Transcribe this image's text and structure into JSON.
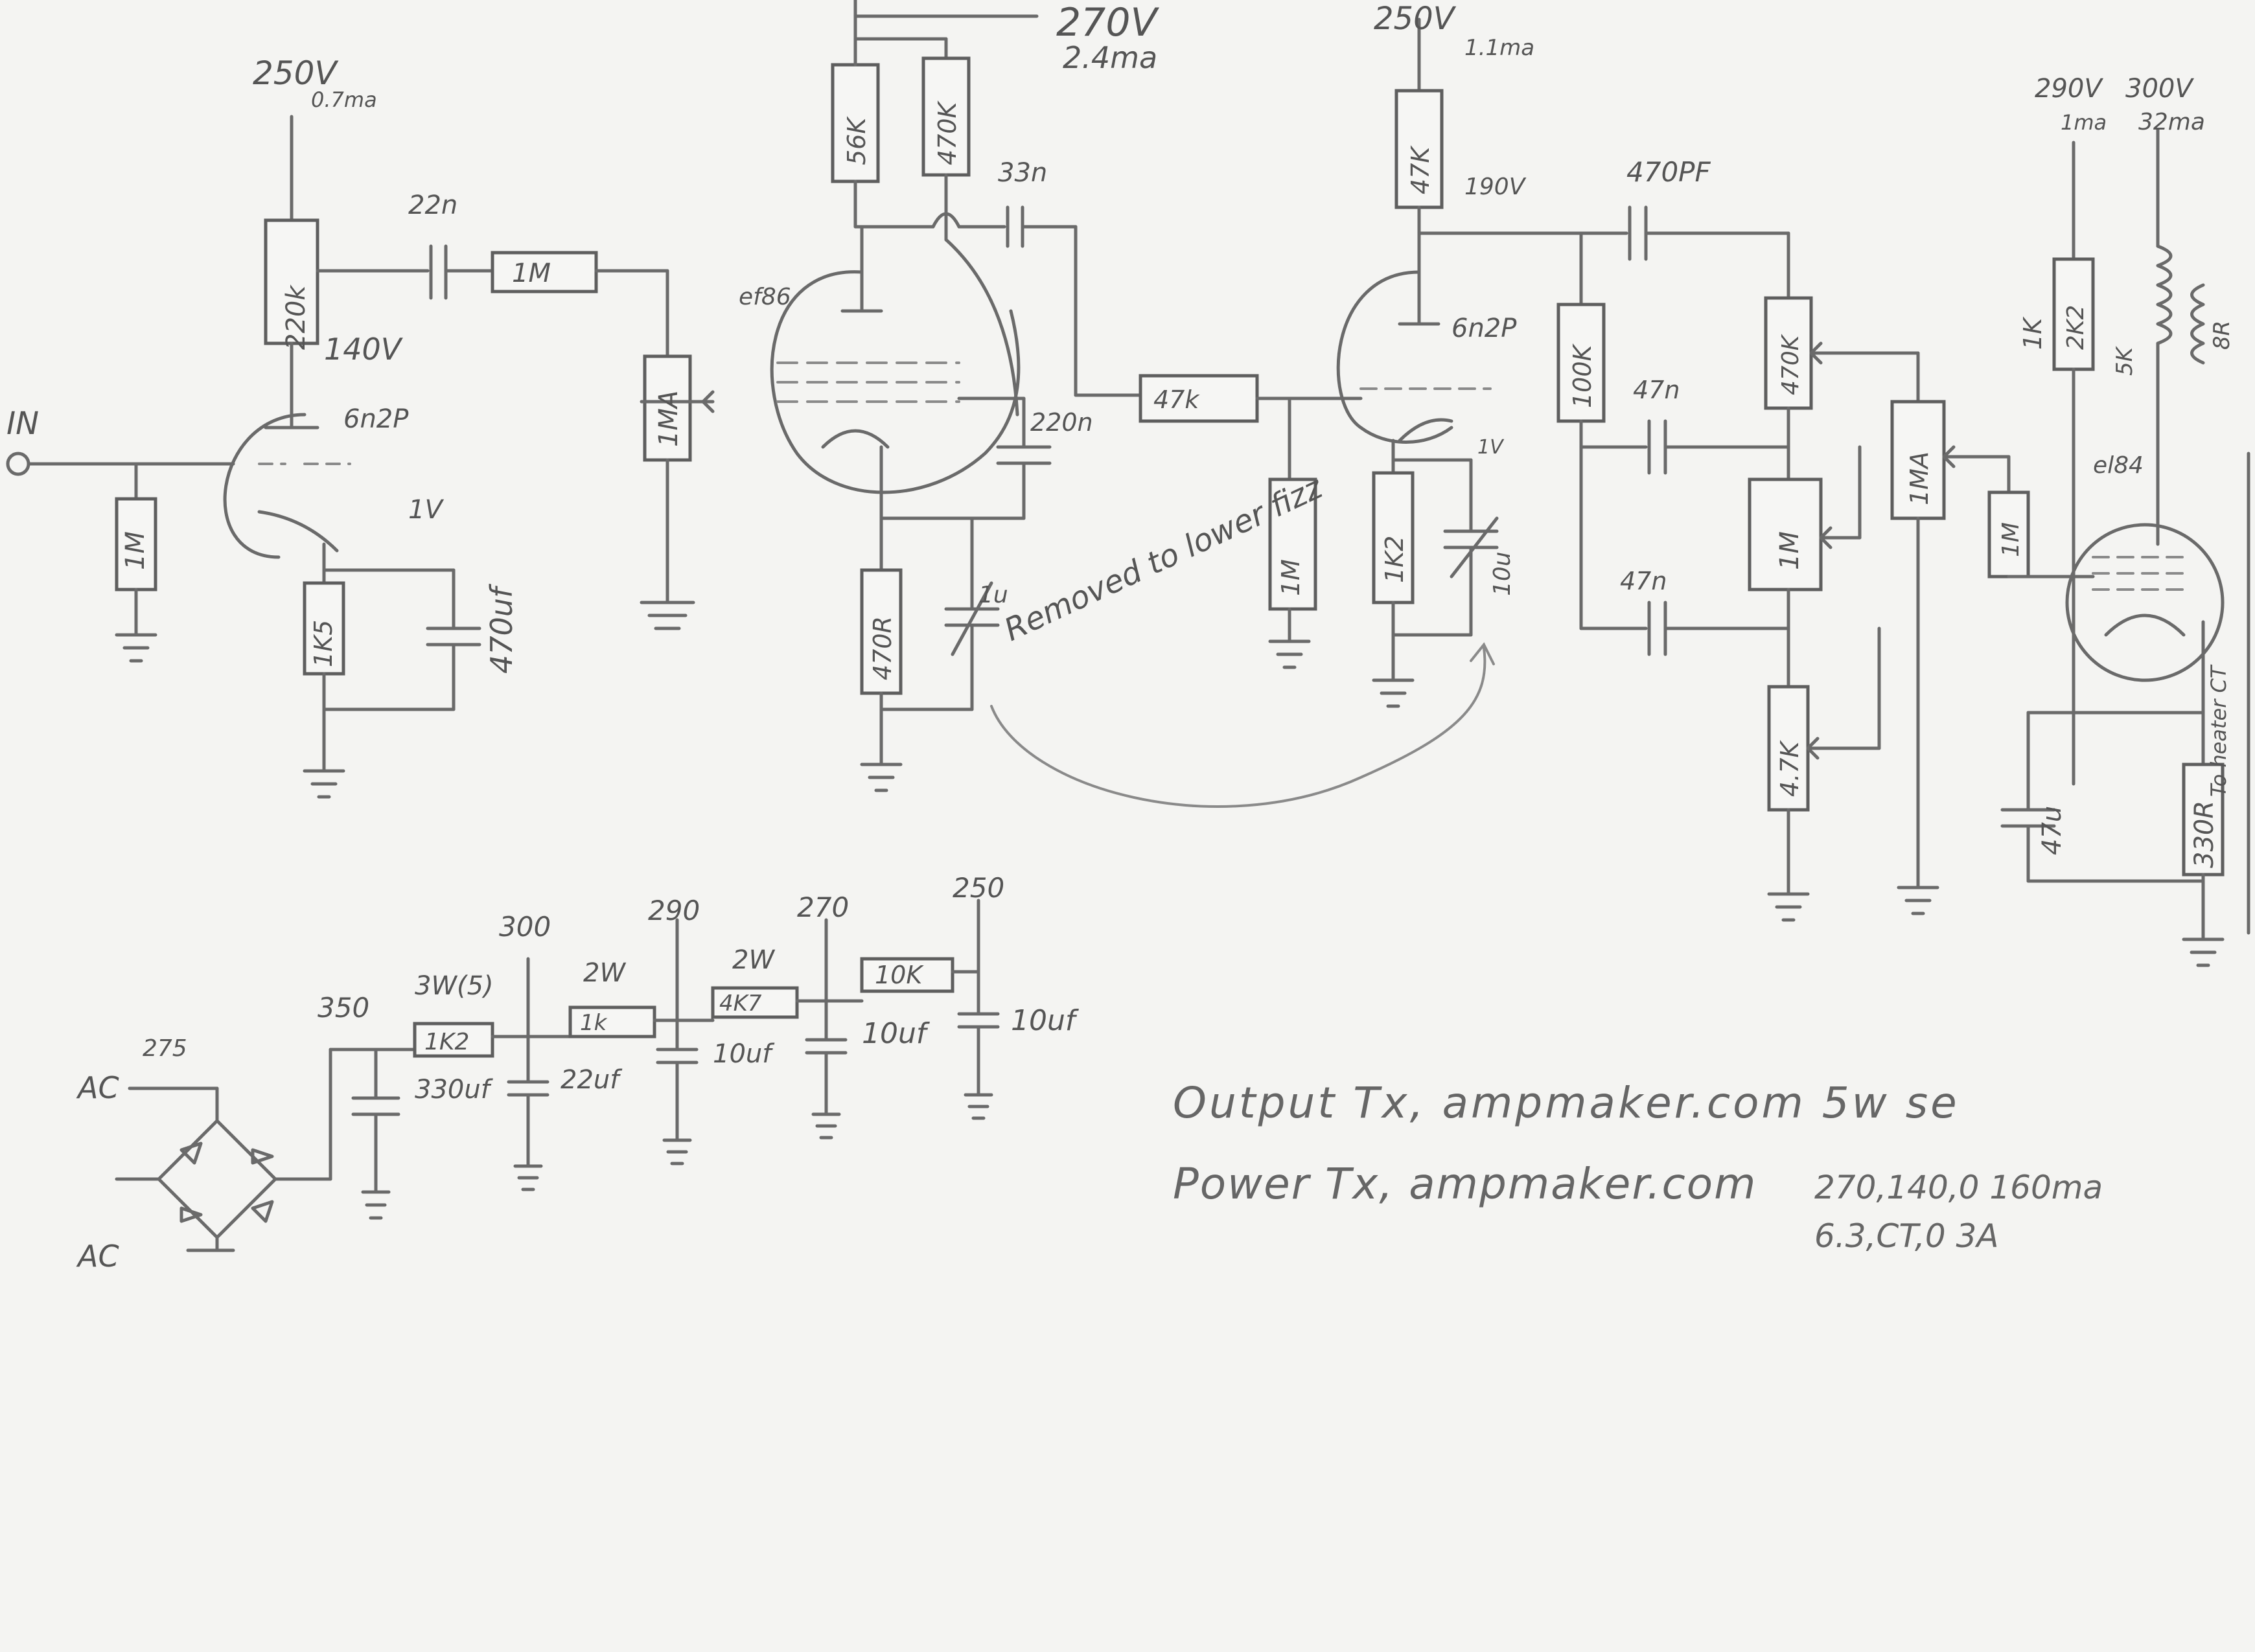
{
  "labels": {
    "in": "IN",
    "v1_b_plus": "250V",
    "v1_current": "0.7ma",
    "v1_plate_v": "140V",
    "v1_cath_v": "1V",
    "v1_tube": "6n2P",
    "r_in": "1M",
    "r_plate1": "220k",
    "c_coup1": "22n",
    "r_series": "1M",
    "pot_vol": "1MA",
    "r_cath1": "1K5",
    "c_cath1": "470uf",
    "ef86_v": "270V",
    "ef86_i": "2.4ma",
    "ef86_tube": "ef86",
    "r_56k": "56K",
    "r_470k": "470K",
    "c_33n": "33n",
    "c_220n": "220n",
    "r_470r": "470R",
    "c_1u": "1u",
    "removed_note": "Removed to lower fizz",
    "r_47k_grid": "47k",
    "v2_b_plus": "250V",
    "v2_current": "1.1ma",
    "v2_plate_v": "190V",
    "v2_tube": "6n2P",
    "r_47k_plate": "47K",
    "c_470pf": "470PF",
    "r_100k": "100K",
    "r_1m_grid2": "1M",
    "r_1k2": "1K2",
    "c_10u": "10u",
    "v2_cath_v": "1V",
    "c_47n_a": "47n",
    "c_47n_b": "47n",
    "pot_470k": "470K",
    "pot_1m": "1M",
    "pot_4k7": "4.7K",
    "pot_1ma": "1MA",
    "r_1m_out": "1M",
    "el84_v1": "290V",
    "el84_i1": "1ma",
    "el84_v2": "300V",
    "el84_i2": "32ma",
    "r_1k": "1K",
    "r_2k2": "2K2",
    "ot_5k": "5K",
    "ot_8r": "8R",
    "el84_tube": "el84",
    "c_47u": "47u",
    "r_330r": "330R",
    "to_heater": "To heater CT",
    "ps_ac1": "AC",
    "ps_ac2": "AC",
    "ps_275": "275",
    "ps_350": "350",
    "ps_300": "300",
    "ps_290": "290",
    "ps_270": "270",
    "ps_250": "250",
    "ps_r1": "1K2",
    "ps_r1_w": "3W(5)",
    "ps_r2": "1k",
    "ps_r2_w": "2W",
    "ps_r3": "4K7",
    "ps_r3_w": "2W",
    "ps_r4": "10K",
    "ps_c1": "330uf",
    "ps_c2": "22uf",
    "ps_c3": "10uf",
    "ps_c4": "10uf",
    "ps_c5": "10uf"
  },
  "notes": {
    "output_tx": "Output Tx, ampmaker.com 5w se",
    "power_tx": "Power Tx, ampmaker.com",
    "power_tx_spec1": "270,140,0 160ma",
    "power_tx_spec2": "6.3,CT,0 3A"
  }
}
